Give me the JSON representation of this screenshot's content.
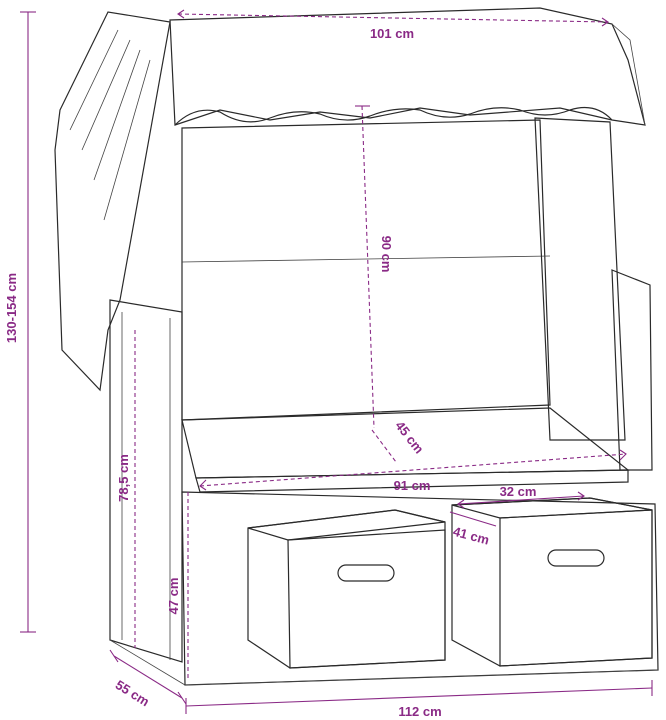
{
  "dimensions": {
    "canopy_width": "101 cm",
    "backrest_height": "90 cm",
    "total_height": "130-154 cm",
    "seat_depth": "45 cm",
    "seat_width": "91 cm",
    "armrest_height": "78,5 cm",
    "footrest_width": "32 cm",
    "footrest_depth": "41 cm",
    "seat_height": "47 cm",
    "base_depth": "55 cm",
    "total_width": "112 cm"
  },
  "colors": {
    "dimension": "#8a2a86",
    "outline": "#2a2a2a"
  }
}
